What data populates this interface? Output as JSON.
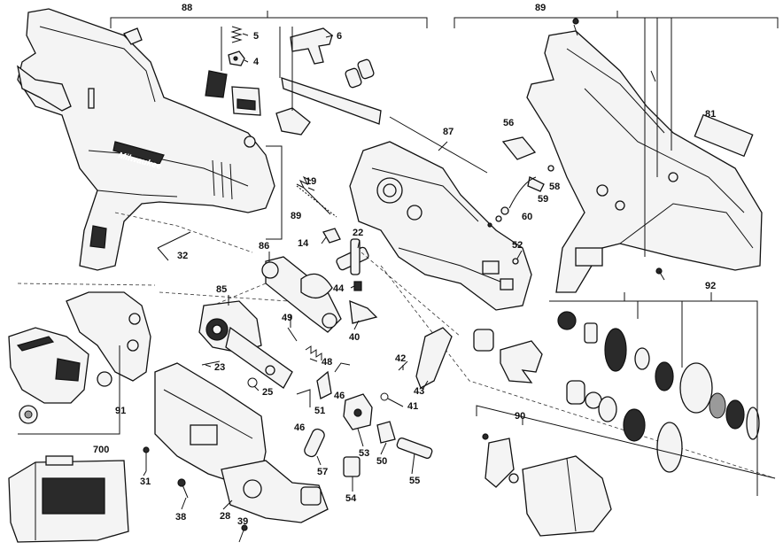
{
  "title": "Exploded parts diagram - cordless saw",
  "brand_logo": "Milwaukee",
  "labels": {
    "l88": "88",
    "l89": "89",
    "l5": "5",
    "l4": "4",
    "l6": "6",
    "l81": "81",
    "l87": "87",
    "l56": "56",
    "l58": "58",
    "l59": "59",
    "l60": "60",
    "l19": "19",
    "l89b": "89",
    "l14": "14",
    "l22": "22",
    "l52": "52",
    "l32": "32",
    "l86": "86",
    "l44": "44",
    "l92": "92",
    "l85": "85",
    "l49": "49",
    "l40": "40",
    "l23": "23",
    "l48": "48",
    "l42": "42",
    "l25": "25",
    "l46a": "46",
    "l51": "51",
    "l43": "43",
    "l41": "41",
    "l91": "91",
    "l46b": "46",
    "l90": "90",
    "l700": "700",
    "l53": "53",
    "l50": "50",
    "l57": "57",
    "l31": "31",
    "l55": "55",
    "l54": "54",
    "l38": "38",
    "l28": "28",
    "l39": "39"
  }
}
